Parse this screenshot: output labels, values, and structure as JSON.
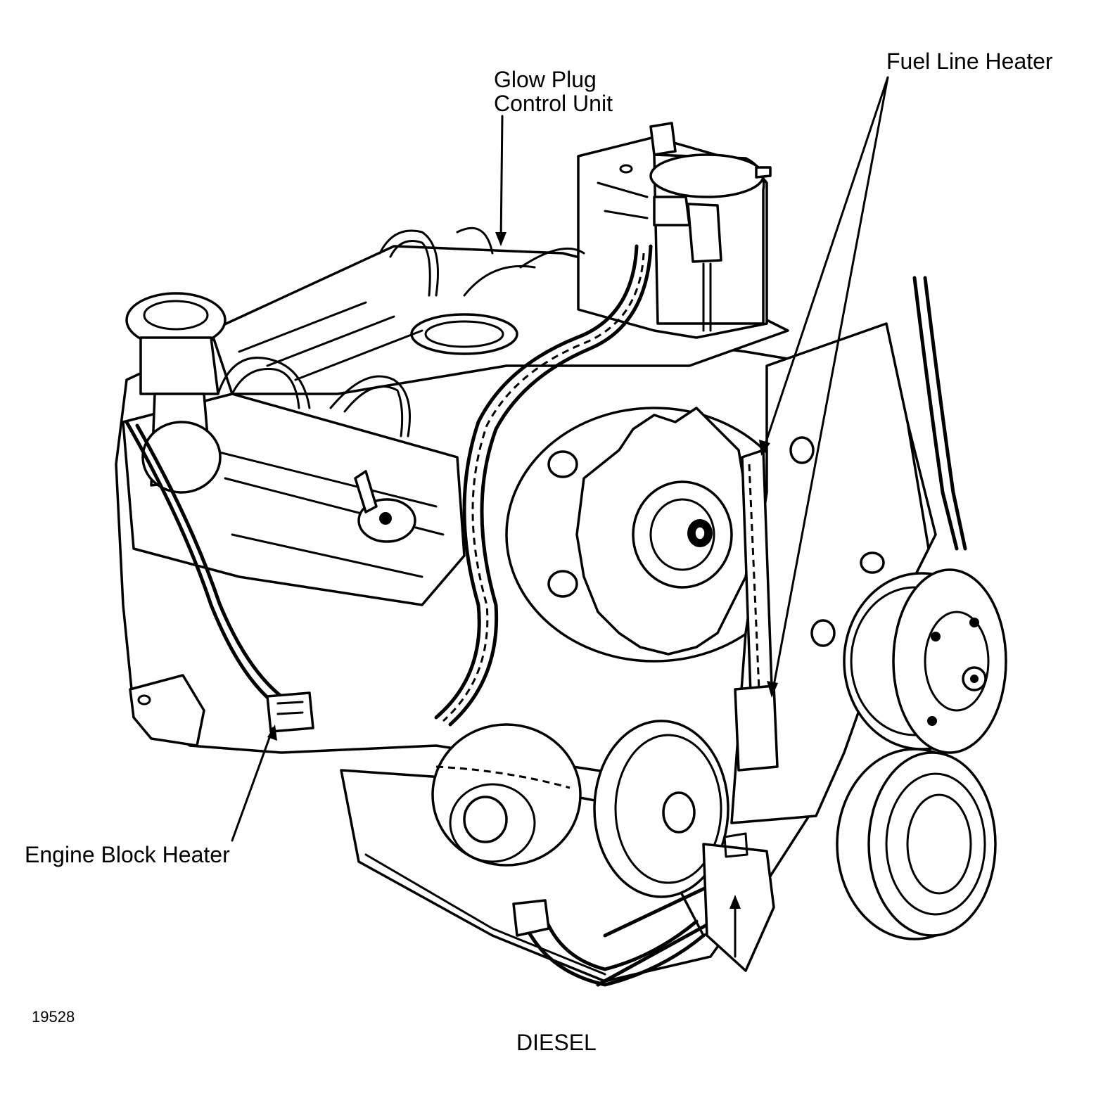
{
  "labels": {
    "glow_plug_line1": "Glow Plug",
    "glow_plug_line2": "Control Unit",
    "fuel_line_heater": "Fuel Line Heater",
    "engine_block_heater": "Engine Block Heater"
  },
  "figure_number": "19528",
  "caption": "DIESEL"
}
